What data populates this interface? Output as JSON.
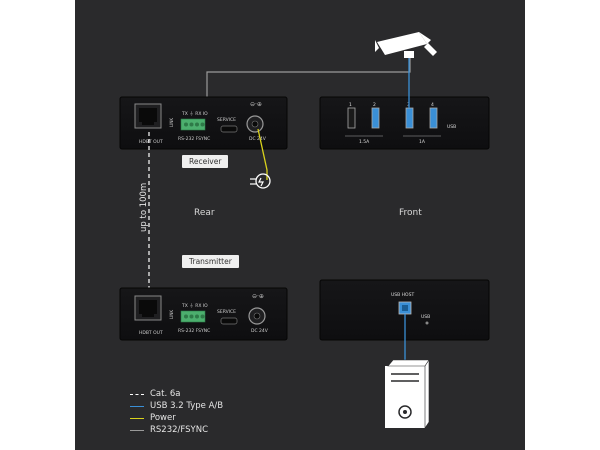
{
  "receiver": {
    "tag": "Receiver",
    "hdbt_port_label": "HDBT OUT",
    "link_label": "LINK",
    "rs232_pins": "TX ⏚ RX IO",
    "rs232_label": "RS-232 FSYNC",
    "service_label": "SERVICE",
    "dc_label": "DC 24V"
  },
  "transmitter": {
    "tag": "Transmitter",
    "hdbt_port_label": "HDBT OUT",
    "link_label": "LINK",
    "rs232_pins": "TX ⏚ RX IO",
    "rs232_label": "RS-232 FSYNC",
    "service_label": "SERVICE",
    "dc_label": "DC 24V"
  },
  "usb_hub": {
    "port_numbers": [
      "1",
      "2",
      "3",
      "4"
    ],
    "current_left": "1.5A",
    "current_right": "1A",
    "usb_label": "USB"
  },
  "usb_host_unit": {
    "host_label": "USB HOST",
    "usb_label": "USB"
  },
  "views": {
    "rear": "Rear",
    "front": "Front"
  },
  "distance_label": "up to 100m",
  "legend": [
    {
      "label": "Cat. 6a",
      "color": "#ffffff",
      "style": "dashed"
    },
    {
      "label": "USB 3.2 Type A/B",
      "color": "#3a8fd6",
      "style": "solid"
    },
    {
      "label": "Power",
      "color": "#d9d21c",
      "style": "solid"
    },
    {
      "label": "RS232/FSYNC",
      "color": "#9a9a9a",
      "style": "solid"
    }
  ]
}
